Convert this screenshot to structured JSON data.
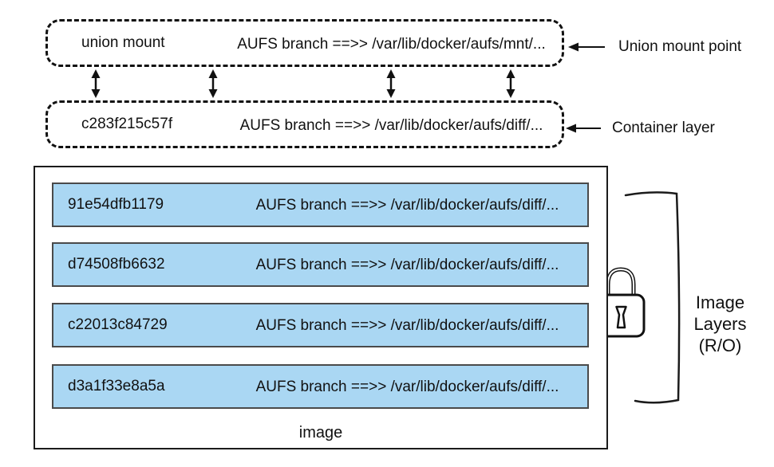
{
  "union_mount_box": {
    "label": "union mount",
    "branch": "AUFS branch ==>> /var/lib/docker/aufs/mnt/...",
    "annotation": "Union mount point"
  },
  "container_box": {
    "label": "c283f215c57f",
    "branch": "AUFS branch ==>> /var/lib/docker/aufs/diff/...",
    "annotation": "Container layer"
  },
  "image_box": {
    "caption": "image",
    "layers": [
      {
        "id": "91e54dfb1179",
        "branch": "AUFS branch ==>> /var/lib/docker/aufs/diff/..."
      },
      {
        "id": "d74508fb6632",
        "branch": "AUFS branch ==>> /var/lib/docker/aufs/diff/..."
      },
      {
        "id": "c22013c84729",
        "branch": "AUFS branch ==>> /var/lib/docker/aufs/diff/..."
      },
      {
        "id": "d3a1f33e8a5a",
        "branch": "AUFS branch ==>> /var/lib/docker/aufs/diff/..."
      }
    ],
    "bracket_label": [
      "Image",
      "Layers",
      "(R/O)"
    ]
  },
  "icons": {
    "lock": "padlock-icon",
    "double_arrow": "double-headed-arrow-icon",
    "pointer_arrow": "left-arrow-icon",
    "bracket": "right-bracket"
  },
  "colors": {
    "layer_fill": "#aad7f3",
    "layer_border": "#4a4a4a",
    "box_border": "#1b1b1b",
    "line": "#111111",
    "background": "#ffffff"
  }
}
